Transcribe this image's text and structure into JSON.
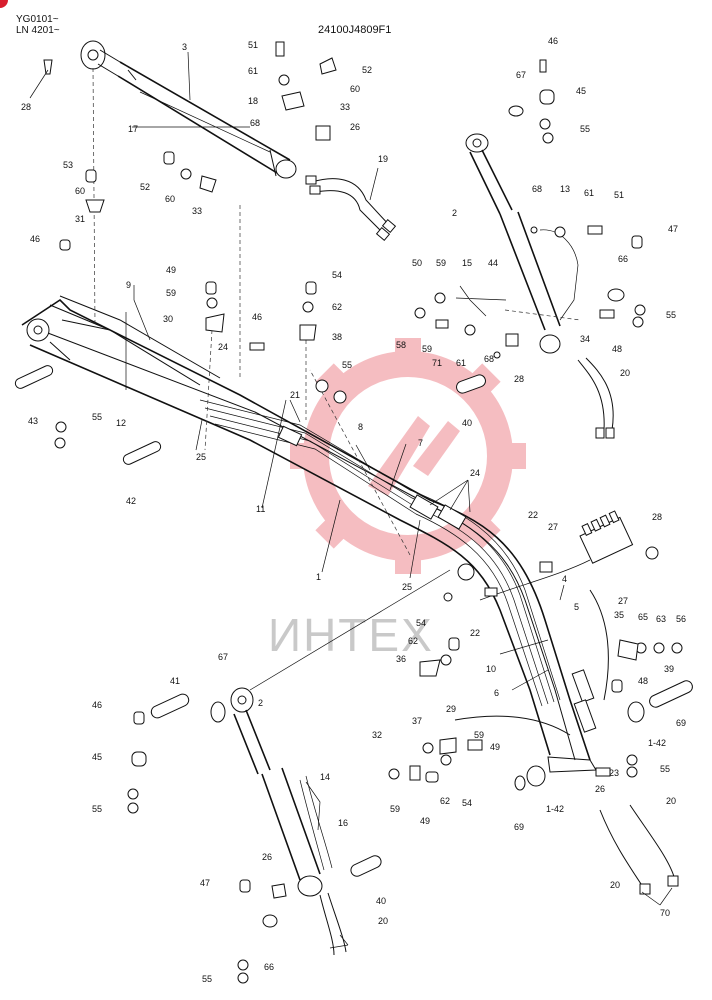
{
  "header": {
    "serial_line1": "YG0101~",
    "serial_line2": "LN 4201~",
    "drawing_number": "24100J4809F1"
  },
  "watermark": {
    "text": "ИНТЕХ",
    "logo_color": "#f2a7ad",
    "text_color": "#c9c9c9"
  },
  "accent_color": "#d81e2e",
  "callouts": [
    {
      "id": "c01",
      "label": "28"
    },
    {
      "id": "c02",
      "label": "3"
    },
    {
      "id": "c03",
      "label": "51"
    },
    {
      "id": "c04",
      "label": "61"
    },
    {
      "id": "c05",
      "label": "52"
    },
    {
      "id": "c06",
      "label": "60"
    },
    {
      "id": "c07",
      "label": "18"
    },
    {
      "id": "c08",
      "label": "33"
    },
    {
      "id": "c09",
      "label": "68"
    },
    {
      "id": "c10",
      "label": "26"
    },
    {
      "id": "c11",
      "label": "17"
    },
    {
      "id": "c12",
      "label": "19"
    },
    {
      "id": "c13",
      "label": "53"
    },
    {
      "id": "c14",
      "label": "60"
    },
    {
      "id": "c15",
      "label": "31"
    },
    {
      "id": "c16",
      "label": "52"
    },
    {
      "id": "c17",
      "label": "60"
    },
    {
      "id": "c18",
      "label": "33"
    },
    {
      "id": "c19",
      "label": "46"
    },
    {
      "id": "c20",
      "label": "67"
    },
    {
      "id": "c21",
      "label": "45"
    },
    {
      "id": "c22",
      "label": "55"
    },
    {
      "id": "c23",
      "label": "2"
    },
    {
      "id": "c24",
      "label": "68"
    },
    {
      "id": "c25",
      "label": "13"
    },
    {
      "id": "c26",
      "label": "61"
    },
    {
      "id": "c27",
      "label": "51"
    },
    {
      "id": "c28",
      "label": "47"
    },
    {
      "id": "c29",
      "label": "46"
    },
    {
      "id": "c30",
      "label": "49"
    },
    {
      "id": "c31",
      "label": "9"
    },
    {
      "id": "c32",
      "label": "59"
    },
    {
      "id": "c33",
      "label": "30"
    },
    {
      "id": "c34",
      "label": "54"
    },
    {
      "id": "c35",
      "label": "62"
    },
    {
      "id": "c36",
      "label": "38"
    },
    {
      "id": "c37",
      "label": "50"
    },
    {
      "id": "c38",
      "label": "59"
    },
    {
      "id": "c39",
      "label": "15"
    },
    {
      "id": "c40",
      "label": "44"
    },
    {
      "id": "c41",
      "label": "66"
    },
    {
      "id": "c42",
      "label": "55"
    },
    {
      "id": "c43",
      "label": "58"
    },
    {
      "id": "c44",
      "label": "59"
    },
    {
      "id": "c45",
      "label": "71"
    },
    {
      "id": "c46",
      "label": "61"
    },
    {
      "id": "c47",
      "label": "68"
    },
    {
      "id": "c48",
      "label": "34"
    },
    {
      "id": "c49",
      "label": "48"
    },
    {
      "id": "c50",
      "label": "46"
    },
    {
      "id": "c51",
      "label": "24"
    },
    {
      "id": "c52",
      "label": "28"
    },
    {
      "id": "c53",
      "label": "20"
    },
    {
      "id": "c54",
      "label": "43"
    },
    {
      "id": "c55",
      "label": "55"
    },
    {
      "id": "c56",
      "label": "12"
    },
    {
      "id": "c57",
      "label": "25"
    },
    {
      "id": "c58",
      "label": "21"
    },
    {
      "id": "c59",
      "label": "55"
    },
    {
      "id": "c60",
      "label": "8"
    },
    {
      "id": "c61",
      "label": "40"
    },
    {
      "id": "c62",
      "label": "7"
    },
    {
      "id": "c63",
      "label": "42"
    },
    {
      "id": "c64",
      "label": "11"
    },
    {
      "id": "c65",
      "label": "24"
    },
    {
      "id": "c66",
      "label": "1"
    },
    {
      "id": "c67",
      "label": "22"
    },
    {
      "id": "c68",
      "label": "27"
    },
    {
      "id": "c69",
      "label": "28"
    },
    {
      "id": "c70",
      "label": "25"
    },
    {
      "id": "c71",
      "label": "27"
    },
    {
      "id": "c72",
      "label": "22"
    },
    {
      "id": "c73",
      "label": "4"
    },
    {
      "id": "c74",
      "label": "5"
    },
    {
      "id": "c75",
      "label": "54"
    },
    {
      "id": "c76",
      "label": "62"
    },
    {
      "id": "c77",
      "label": "36"
    },
    {
      "id": "c78",
      "label": "10"
    },
    {
      "id": "c79",
      "label": "35"
    },
    {
      "id": "c80",
      "label": "65"
    },
    {
      "id": "c81",
      "label": "63"
    },
    {
      "id": "c82",
      "label": "56"
    },
    {
      "id": "c83",
      "label": "39"
    },
    {
      "id": "c84",
      "label": "6"
    },
    {
      "id": "c85",
      "label": "48"
    },
    {
      "id": "c86",
      "label": "69"
    },
    {
      "id": "c87",
      "label": "1-42"
    },
    {
      "id": "c88",
      "label": "41"
    },
    {
      "id": "c89",
      "label": "67"
    },
    {
      "id": "c90",
      "label": "2"
    },
    {
      "id": "c91",
      "label": "46"
    },
    {
      "id": "c92",
      "label": "45"
    },
    {
      "id": "c93",
      "label": "55"
    },
    {
      "id": "c94",
      "label": "29"
    },
    {
      "id": "c95",
      "label": "37"
    },
    {
      "id": "c96",
      "label": "32"
    },
    {
      "id": "c97",
      "label": "59"
    },
    {
      "id": "c98",
      "label": "49"
    },
    {
      "id": "c99",
      "label": "59"
    },
    {
      "id": "c100",
      "label": "62"
    },
    {
      "id": "c101",
      "label": "54"
    },
    {
      "id": "c102",
      "label": "49"
    },
    {
      "id": "c103",
      "label": "1-42"
    },
    {
      "id": "c104",
      "label": "69"
    },
    {
      "id": "c105",
      "label": "26"
    },
    {
      "id": "c106",
      "label": "23"
    },
    {
      "id": "c107",
      "label": "55"
    },
    {
      "id": "c108",
      "label": "14"
    },
    {
      "id": "c109",
      "label": "16"
    },
    {
      "id": "c110",
      "label": "26"
    },
    {
      "id": "c111",
      "label": "47"
    },
    {
      "id": "c112",
      "label": "40"
    },
    {
      "id": "c113",
      "label": "20"
    },
    {
      "id": "c114",
      "label": "66"
    },
    {
      "id": "c115",
      "label": "55"
    },
    {
      "id": "c116",
      "label": "20"
    },
    {
      "id": "c117",
      "label": "20"
    },
    {
      "id": "c118",
      "label": "70"
    }
  ]
}
